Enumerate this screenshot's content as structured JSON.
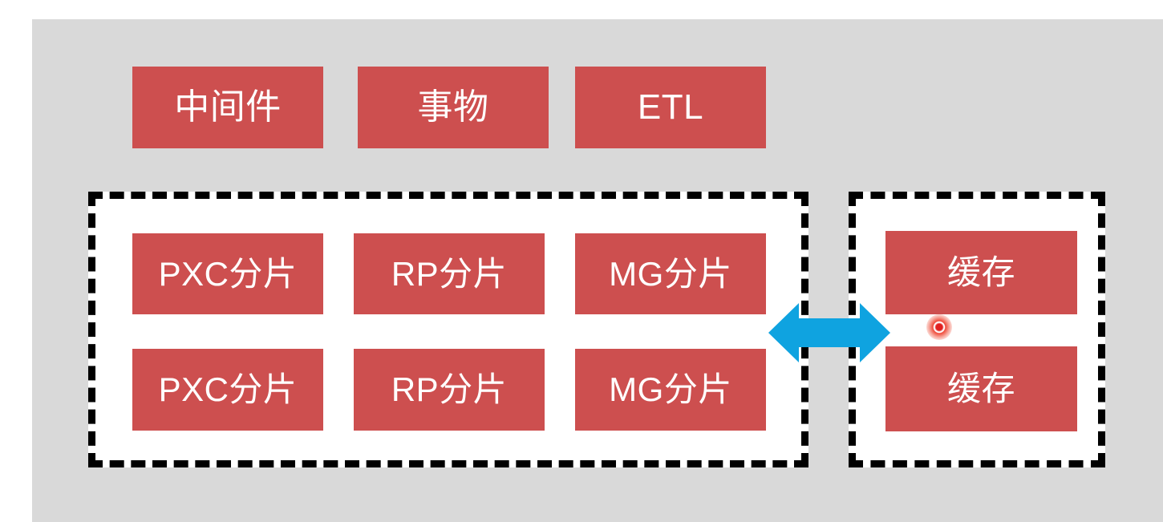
{
  "diagram": {
    "title": "Sharding architecture diagram",
    "background_color": "#ffffff",
    "panel_color": "#d9d9d9",
    "box_color": "#cd4f4f",
    "box_text_color": "#ffffff",
    "arrow_color": "#0fa3e0",
    "container_border_color": "#000000",
    "cursor_color": "#e02020",
    "top_row": [
      {
        "label": "中间件"
      },
      {
        "label": "事物"
      },
      {
        "label": "ETL"
      }
    ],
    "left_container": {
      "rows": [
        [
          {
            "label": "PXC分片"
          },
          {
            "label": "RP分片"
          },
          {
            "label": "MG分片"
          }
        ],
        [
          {
            "label": "PXC分片"
          },
          {
            "label": "RP分片"
          },
          {
            "label": "MG分片"
          }
        ]
      ]
    },
    "right_container": {
      "rows": [
        [
          {
            "label": "缓存"
          }
        ],
        [
          {
            "label": "缓存"
          }
        ]
      ]
    },
    "connector": {
      "name": "double-headed-arrow",
      "direction": "bidirectional"
    }
  }
}
